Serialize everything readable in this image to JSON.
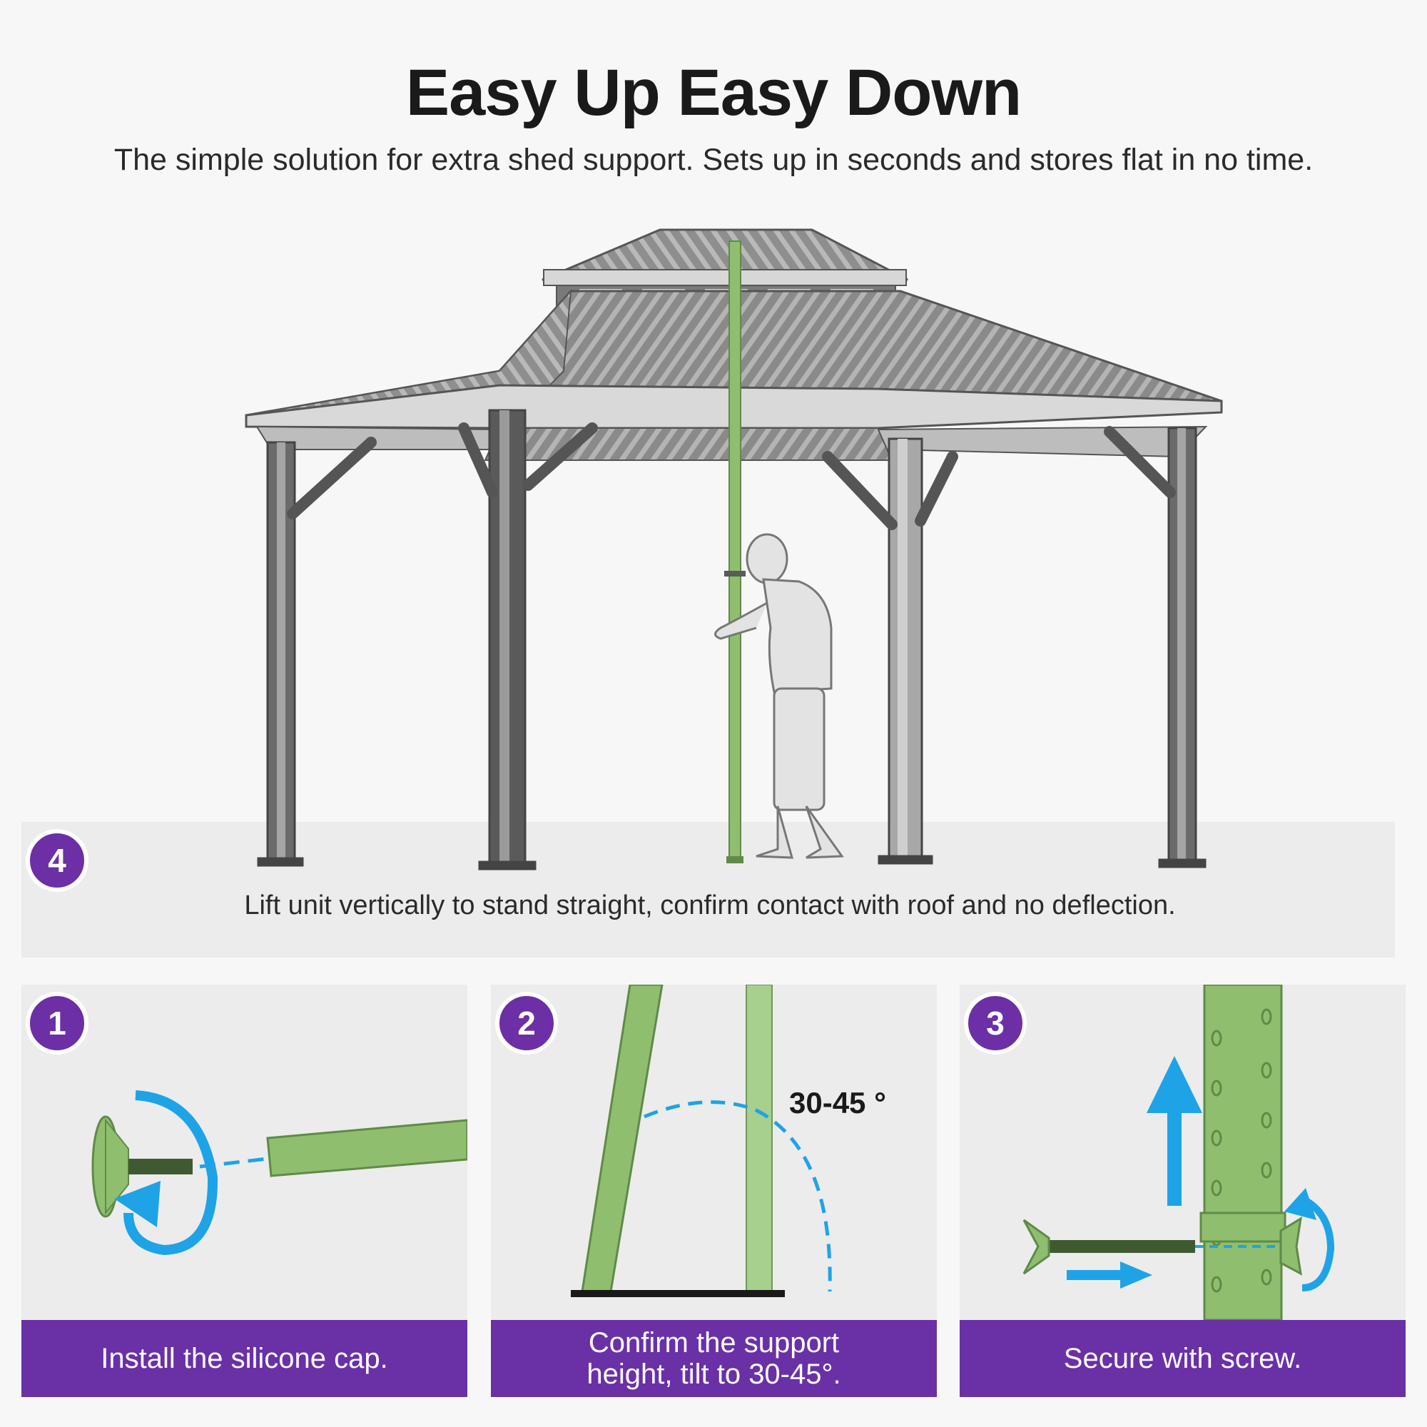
{
  "header": {
    "title": "Easy Up Easy Down",
    "subtitle": "The simple solution for extra shed support. Sets up in seconds and stores flat in no time."
  },
  "colors": {
    "accent_purple": "#6a30a6",
    "support_green": "#8fbf6e",
    "arrow_blue": "#1ea3e6",
    "panel_gray": "#ececec"
  },
  "steps": [
    {
      "number": "4",
      "caption": "Lift unit vertically to stand straight, confirm contact with roof and no deflection."
    },
    {
      "number": "1",
      "caption": "Install the silicone cap."
    },
    {
      "number": "2",
      "caption": "Confirm the support height, tilt to 30-45°.",
      "angle_label": "30-45 °"
    },
    {
      "number": "3",
      "caption": "Secure with screw."
    }
  ]
}
